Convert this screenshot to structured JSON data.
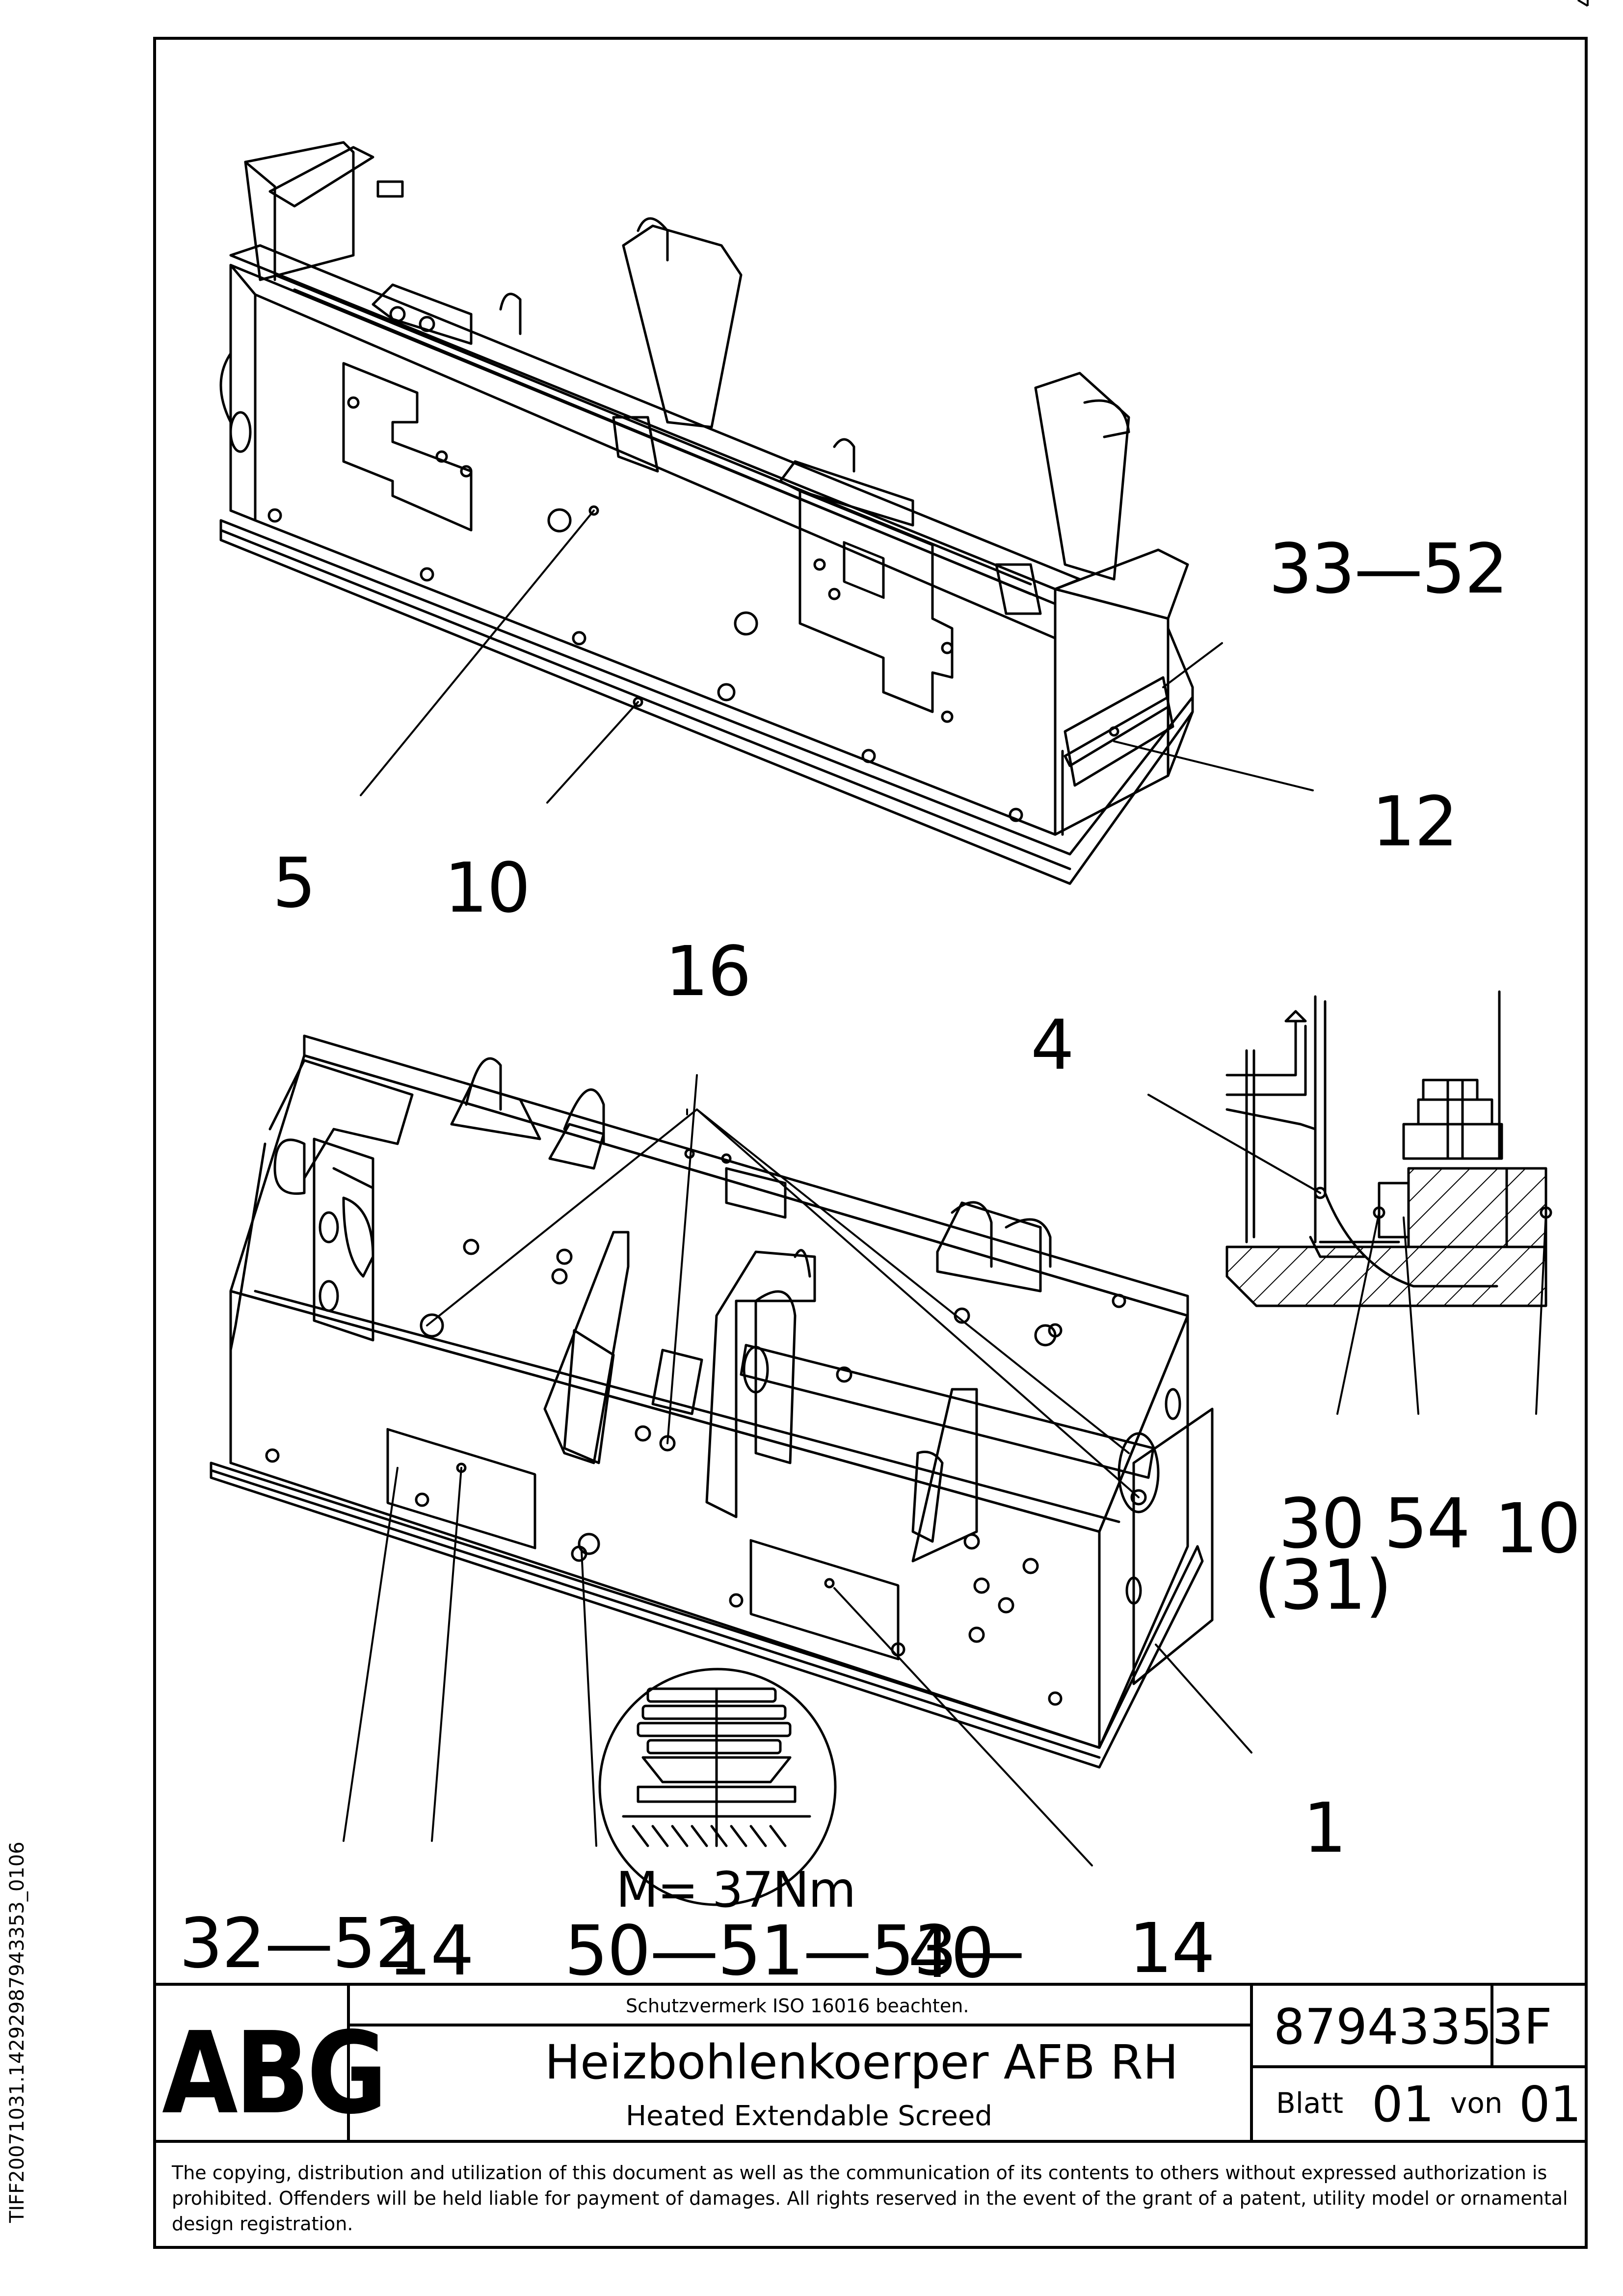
{
  "document_id": "TIFF20071031.14292987943353_0106",
  "callouts": {
    "c33_52": "33—52",
    "c12": "12",
    "c5": "5",
    "c10_top": "10",
    "c16": "16",
    "c4": "4",
    "c30": "30",
    "c54": "54",
    "c10_detail": "10",
    "c31": "(31)",
    "c1": "1",
    "torque": "M= 37Nm",
    "c32_52": "32—52",
    "c14_left": "14",
    "c50_53": "50—51—53—",
    "c40": "40",
    "c14_right": "14"
  },
  "title_block": {
    "logo": "ABG",
    "protection_note": "Schutzvermerk ISO 16016 beachten.",
    "title_de": "Heizbohlenkoerper AFB RH",
    "title_en": "Heated Extendable Screed",
    "part_number": "87943353",
    "revision": "F",
    "sheet_label": "Blatt",
    "sheet_number": "01",
    "of_label": "von",
    "sheet_total": "01"
  },
  "notice": "The copying, distribution and utilization of this document as well as the communication of its contents to others without expressed authorization is prohibited. Offenders will be held liable for payment of damages. All rights reserved in the event of the grant of a patent, utility model or ornamental design registration."
}
